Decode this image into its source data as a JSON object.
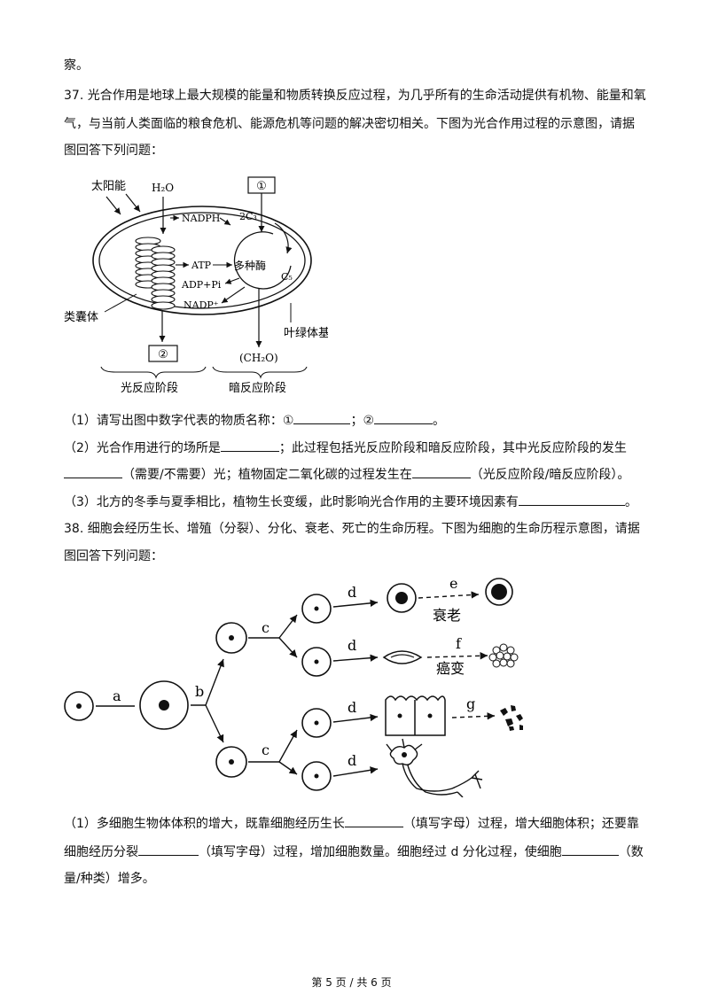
{
  "text": {
    "l0": "察。",
    "q37_l1": "37. 光合作用是地球上最大规模的能量和物质转换反应过程，为几乎所有的生命活动提供有机物、能量和氧",
    "q37_l2": "气，与当前人类面临的粮食危机、能源危机等问题的解决密切相关。下图为光合作用过程的示意图，请据",
    "q37_l3": "图回答下列问题：",
    "q37_1a": "（1）请写出图中数字代表的物质名称：①",
    "q37_1b": "；②",
    "q37_1c": "。",
    "q37_2a": "（2）光合作用进行的场所是",
    "q37_2b": "；此过程包括光反应阶段和暗反应阶段，其中光反应阶段的发生",
    "q37_2c": "（需要/不需要）光；植物固定二氧化碳的过程发生在",
    "q37_2d": "（光反应阶段/暗反应阶段）。",
    "q37_3a": "（3）北方的冬季与夏季相比，植物生长变缓，此时影响光合作用的主要环境因素有",
    "q37_3b": "。",
    "q38_l1": "38. 细胞会经历生长、增殖（分裂）、分化、衰老、死亡的生命历程。下图为细胞的生命历程示意图，请据",
    "q38_l2": "图回答下列问题：",
    "q38_1a": "（1）多细胞生物体体积的增大，既靠细胞经历生长",
    "q38_1b": "（填写字母）过程，增大细胞体积；还要靠",
    "q38_1c": "细胞经历分裂",
    "q38_1d": "（填写字母）过程，增加细胞数量。细胞经过 d 分化过程，使细胞",
    "q38_1e": "（数",
    "q38_1f": "量/种类）增多。",
    "footer": "第 5 页 / 共 6 页"
  },
  "diagram1": {
    "sun": "太阳能",
    "h2o": "H₂O",
    "box1": "①",
    "box2": "②",
    "nadph": "NADPH",
    "atp": "ATP",
    "adp": "ADP+Pi",
    "nadp": "NADP⁺",
    "c3": "2C₃",
    "enzyme": "多种酶",
    "c5": "C₅",
    "thylakoid": "类囊体",
    "stroma": "叶绿体基质",
    "ch2o": "(CH₂O)",
    "light_stage": "光反应阶段",
    "dark_stage": "暗反应阶段"
  },
  "diagram2": {
    "a": "a",
    "b": "b",
    "c1": "c",
    "c2": "c",
    "d1": "d",
    "d2": "d",
    "d3": "d",
    "d4": "d",
    "e": "e",
    "f": "f",
    "g": "g",
    "aging": "衰老",
    "cancer": "癌变"
  }
}
